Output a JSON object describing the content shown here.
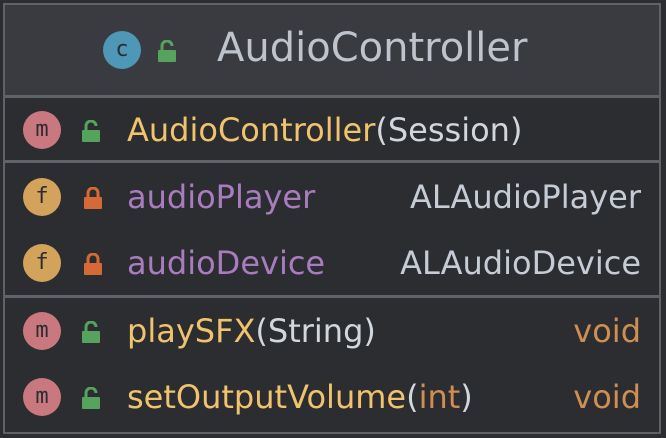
{
  "class_box": {
    "title": "AudioController",
    "badge_letter": "c",
    "badge_icon": "class-icon",
    "visibility_icon": "unlocked-icon"
  },
  "colors": {
    "background": "#2b2d30",
    "header": "#393b40",
    "border": "#5f6266",
    "class_badge": "#4f97b6",
    "method_badge": "#c9787f",
    "field_badge": "#d3a35c",
    "public_lock": "#55a35c",
    "private_lock": "#d56a37",
    "method_name": "#f0c36c",
    "field_name": "#a97cbe",
    "type_text": "#c5ccd6",
    "void_text": "#cf8e52"
  },
  "constructor": {
    "badge_letter": "m",
    "name": "AudioController",
    "open_paren": "(",
    "param": "Session",
    "close_paren": ")",
    "visibility": "public"
  },
  "fields": [
    {
      "badge_letter": "f",
      "name": "audioPlayer",
      "type": "ALAudioPlayer",
      "visibility": "private"
    },
    {
      "badge_letter": "f",
      "name": "audioDevice",
      "type": "ALAudioDevice",
      "visibility": "private"
    }
  ],
  "methods": [
    {
      "badge_letter": "m",
      "name": "playSFX",
      "open_paren": "(",
      "param": "String",
      "close_paren": ")",
      "return_type": "void",
      "visibility": "public"
    },
    {
      "badge_letter": "m",
      "name": "setOutputVolume",
      "open_paren": "(",
      "param": "int",
      "close_paren": ")",
      "return_type": "void",
      "visibility": "public"
    }
  ]
}
